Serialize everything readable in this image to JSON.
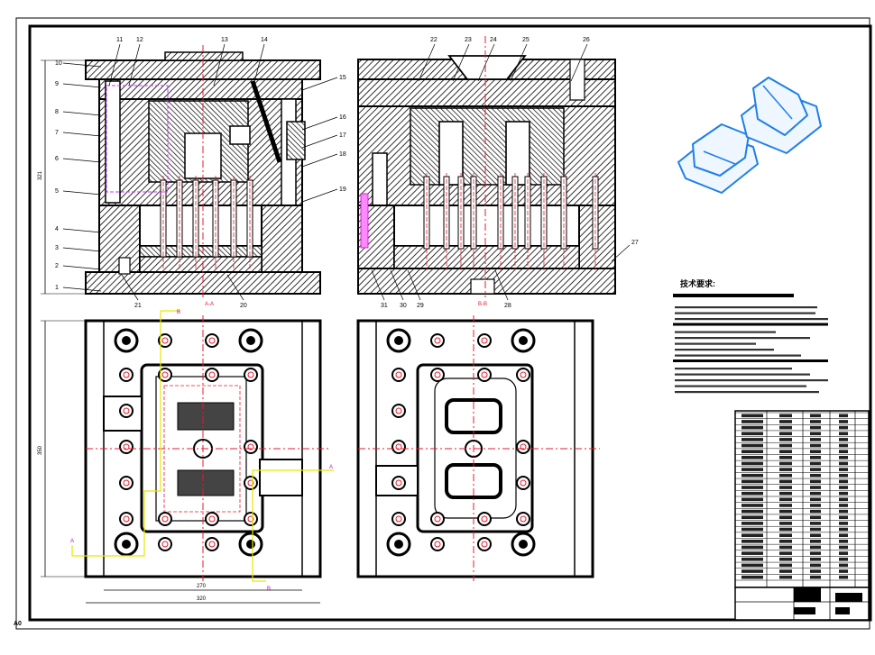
{
  "sheet": {
    "corner_mark": "A0"
  },
  "front_section": {
    "section_label": "A-A",
    "height_dimension": "321",
    "left_callouts": [
      "10",
      "9",
      "8",
      "7",
      "6",
      "5",
      "4",
      "3",
      "2",
      "1"
    ],
    "top_callouts": [
      "11",
      "12",
      "13",
      "14"
    ],
    "right_callouts": [
      "15",
      "16",
      "17",
      "18",
      "19"
    ],
    "bottom_callouts": [
      "21",
      "20"
    ]
  },
  "side_section": {
    "section_label": "B-B",
    "top_callouts": [
      "22",
      "23",
      "24",
      "25",
      "26"
    ],
    "right_callouts": [
      "27"
    ],
    "bottom_callouts": [
      "31",
      "30",
      "29",
      "28"
    ]
  },
  "top_view": {
    "height_dimension": "350",
    "width_inner_dimension": "270",
    "width_outer_dimension": "320",
    "cut_markers": [
      "A",
      "A",
      "B",
      "B"
    ]
  },
  "notes": {
    "title": "技术要求:"
  },
  "title_block": {
    "table_rows": 28
  },
  "colors": {
    "line": "#000000",
    "centerline": "#e8192c",
    "cooling": "#ff00ff",
    "cut_path": "#e6e600",
    "part": "#1f7fe6"
  }
}
